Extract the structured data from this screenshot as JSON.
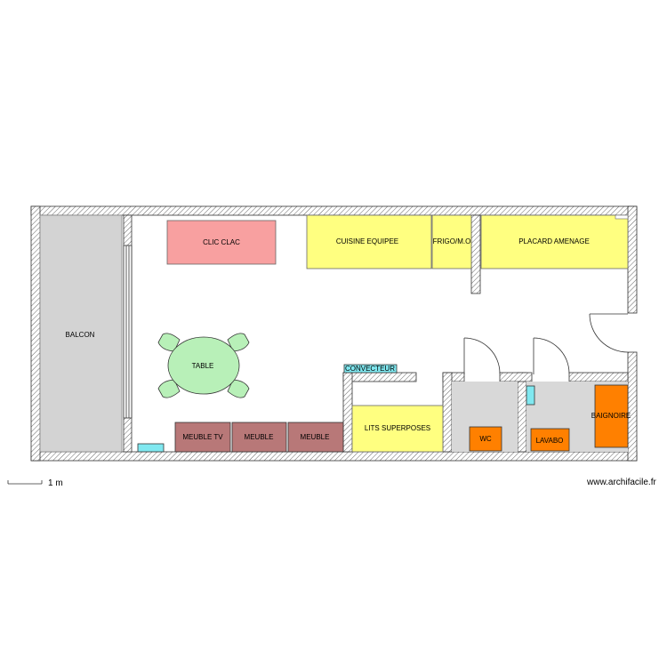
{
  "rooms": {
    "balcon": "BALCON",
    "clic_clac": "CLIC CLAC",
    "cuisine": "CUISINE EQUIPEE",
    "frigo": "FRIGO/M.O",
    "placard": "PLACARD AMENAGE",
    "table": "TABLE",
    "convecteur": "CONVECTEUR",
    "lits": "LITS SUPERPOSES",
    "meuble_tv": "MEUBLE TV",
    "meuble_1": "MEUBLE",
    "meuble_2": "MEUBLE",
    "wc": "WC",
    "lavabo": "LAVABO",
    "baignoire": "BAIGNOIRE"
  },
  "scale_label": "1 m",
  "watermark": "www.archifacile.fr",
  "colors": {
    "wall_fill": "#ffffff",
    "wall_hatch": "#555555",
    "balcon": "#d3d3d3",
    "clic_clac": "#f8a0a0",
    "kitchen_yellow": "#ffff80",
    "table_green": "#b8f0b8",
    "convecteur": "#80e8f0",
    "meuble": "#b87878",
    "bathroom_floor": "#d8d8d8",
    "orange": "#ff8000"
  }
}
